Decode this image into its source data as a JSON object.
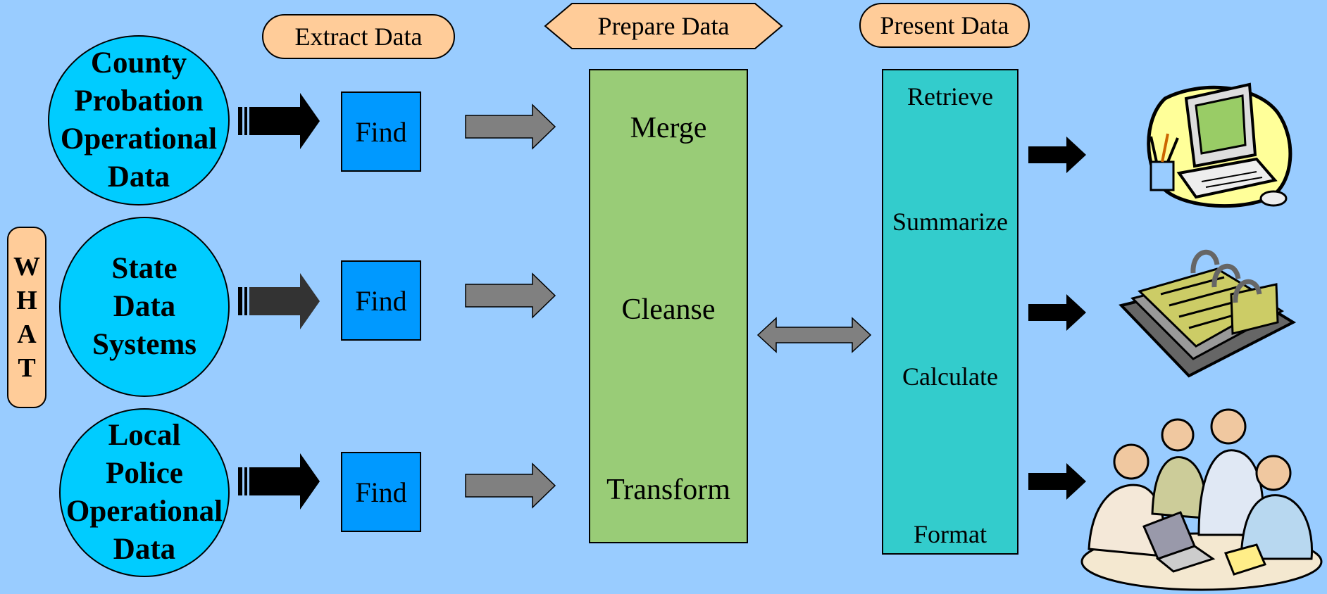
{
  "headers": {
    "extract": "Extract Data",
    "prepare": "Prepare Data",
    "present": "Present Data"
  },
  "what_label": [
    "W",
    "H",
    "A",
    "T"
  ],
  "sources": [
    "County\nProbation\nOperational\nData",
    "State\nData\nSystems",
    "Local\nPolice\nOperational\nData"
  ],
  "find_label": "Find",
  "prepare_steps": [
    "Merge",
    "Cleanse",
    "Transform"
  ],
  "present_steps": [
    "Retrieve",
    "Summarize",
    "Calculate",
    "Format"
  ],
  "outputs": [
    "computer-icon",
    "binder-icon",
    "team-meeting-icon"
  ],
  "colors": {
    "background": "#99ccff",
    "source_circle": "#00ccff",
    "find_box": "#0099ff",
    "prepare_box": "#99cc77",
    "present_box": "#33cccc",
    "header_shape": "#ffcc99",
    "gray_arrow": "#808080"
  }
}
